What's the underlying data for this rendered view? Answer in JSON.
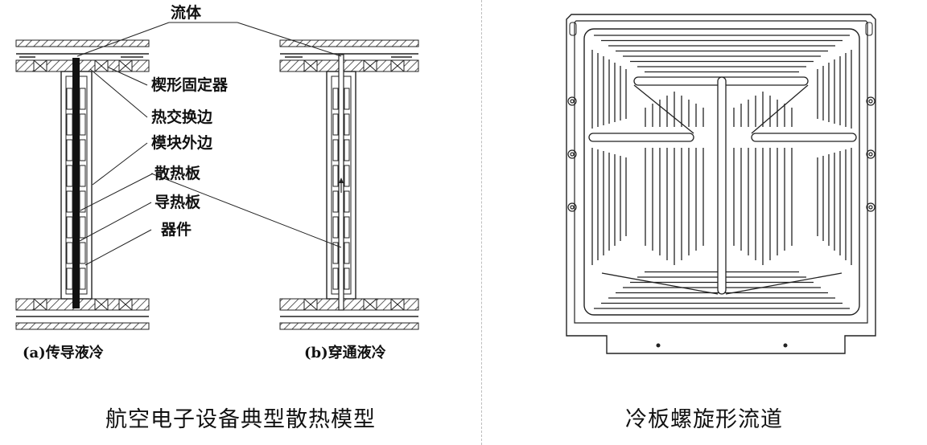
{
  "left": {
    "fluid_label": "流体",
    "callouts": [
      "楔形固定器",
      "热交换边",
      "模块外边",
      "散热板",
      "导热板",
      "器件"
    ],
    "sub_a": "(a)传导液冷",
    "sub_b": "(b)穿通液冷",
    "caption": "航空电子设备典型散热模型"
  },
  "right": {
    "caption": "冷板螺旋形流道"
  },
  "colors": {
    "line": "#222222",
    "hatch": "#333333",
    "divider": "#bdbdbd"
  }
}
